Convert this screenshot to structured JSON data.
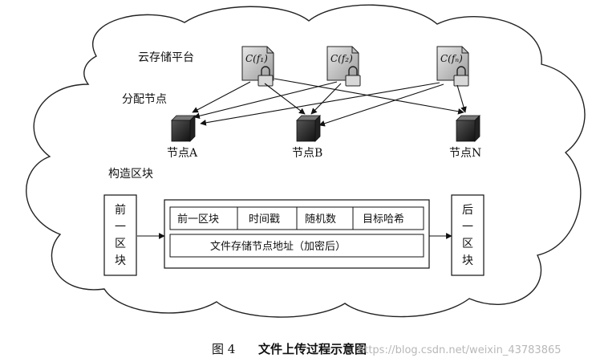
{
  "labels": {
    "cloud_platform": "云存储平台",
    "allocate_nodes": "分配节点",
    "construct_block": "构造区块"
  },
  "files": [
    "C(f₁)",
    "C(f₂)",
    "C(fₙ)"
  ],
  "nodes": [
    "节点A",
    "节点B",
    "节点N"
  ],
  "prev_block": [
    "前",
    "一",
    "区",
    "块"
  ],
  "next_block": [
    "后",
    "一",
    "区",
    "块"
  ],
  "block_header": {
    "cells": [
      "前一区块",
      "时间戳",
      "随机数",
      "目标哈希"
    ],
    "body": "文件存储节点地址（加密后）"
  },
  "caption": {
    "number": "图 4",
    "text": "文件上传过程示意图"
  },
  "watermark": "https://blog.csdn.net/weixin_43783865"
}
